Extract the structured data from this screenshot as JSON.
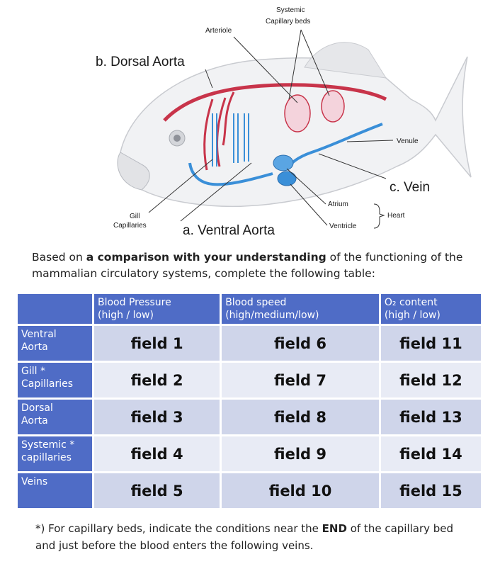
{
  "diagram": {
    "labels": {
      "systemic": "Systemic",
      "capillary_beds": "Capillary beds",
      "arteriole": "Arteriole",
      "dorsal_aorta": "b. Dorsal Aorta",
      "venule": "Venule",
      "vein": "c. Vein",
      "atrium": "Atrium",
      "heart": "Heart",
      "ventricle": "Ventricle",
      "gill": "Gill",
      "capillaries": "Capillaries",
      "ventral_aorta": "a. Ventral Aorta"
    }
  },
  "instruction": {
    "pre": "Based on ",
    "bold": "a comparison with your understanding",
    "post": " of the functioning of the mammalian circulatory systems, complete the following table:"
  },
  "table": {
    "columns": [
      {
        "line1": "Blood Pressure",
        "line2": "(high / low)"
      },
      {
        "line1": "Blood speed",
        "line2": "(high/medium/low)"
      },
      {
        "line1": "O₂ content",
        "line2": "(high / low)"
      }
    ],
    "rows": [
      {
        "line1": "Ventral",
        "line2": "Aorta",
        "cells": [
          "field 1",
          "field 6",
          "field 11"
        ]
      },
      {
        "line1": "Gill *",
        "line2": "Capillaries",
        "cells": [
          "field 2",
          "field 7",
          "field 12"
        ]
      },
      {
        "line1": "Dorsal",
        "line2": "Aorta",
        "cells": [
          "field 3",
          "field 8",
          "field 13"
        ]
      },
      {
        "line1": "Systemic *",
        "line2": "capillaries",
        "cells": [
          "field 4",
          "field 9",
          "field 14"
        ]
      },
      {
        "line1": "Veins",
        "line2": "",
        "cells": [
          "field 5",
          "field 10",
          "field 15"
        ]
      }
    ]
  },
  "footnote": {
    "pre": "*) For capillary beds, indicate the conditions near the ",
    "bold": "END",
    "post": " of the capillary bed and just before the blood enters the following veins."
  },
  "colors": {
    "header_blue": "#4f6cc6",
    "cell_dark": "#cfd5ea",
    "cell_light": "#e8ebf5",
    "artery_red": "#c8344a",
    "vein_blue": "#3a8fd8"
  }
}
